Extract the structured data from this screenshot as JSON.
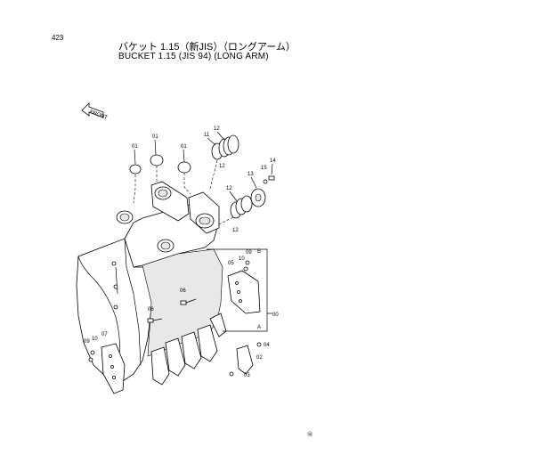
{
  "page_number": "423",
  "title_jp": "バケット 1.15（新JIS）（ロングアーム）",
  "title_en": "BUCKET  1.15 (JIS 94) (LONG ARM)",
  "front_arrow_label": "FRONT",
  "part_labels": {
    "p01a": "01",
    "p01b": "01",
    "p01c": "01",
    "p11": "11",
    "p12a": "12",
    "p12b": "12",
    "p12c": "12",
    "p12d": "12",
    "p13": "13",
    "p14": "14",
    "p15": "15",
    "p05": "05",
    "p09a": "09",
    "p10a": "10",
    "p06a": "06",
    "p06b": "06",
    "p07": "07",
    "p09b": "09",
    "p10b": "10",
    "p00": "00",
    "p04": "04",
    "p02": "02",
    "p03": "03",
    "refA": "A",
    "refB": "B"
  },
  "corner_mark": "⑯"
}
